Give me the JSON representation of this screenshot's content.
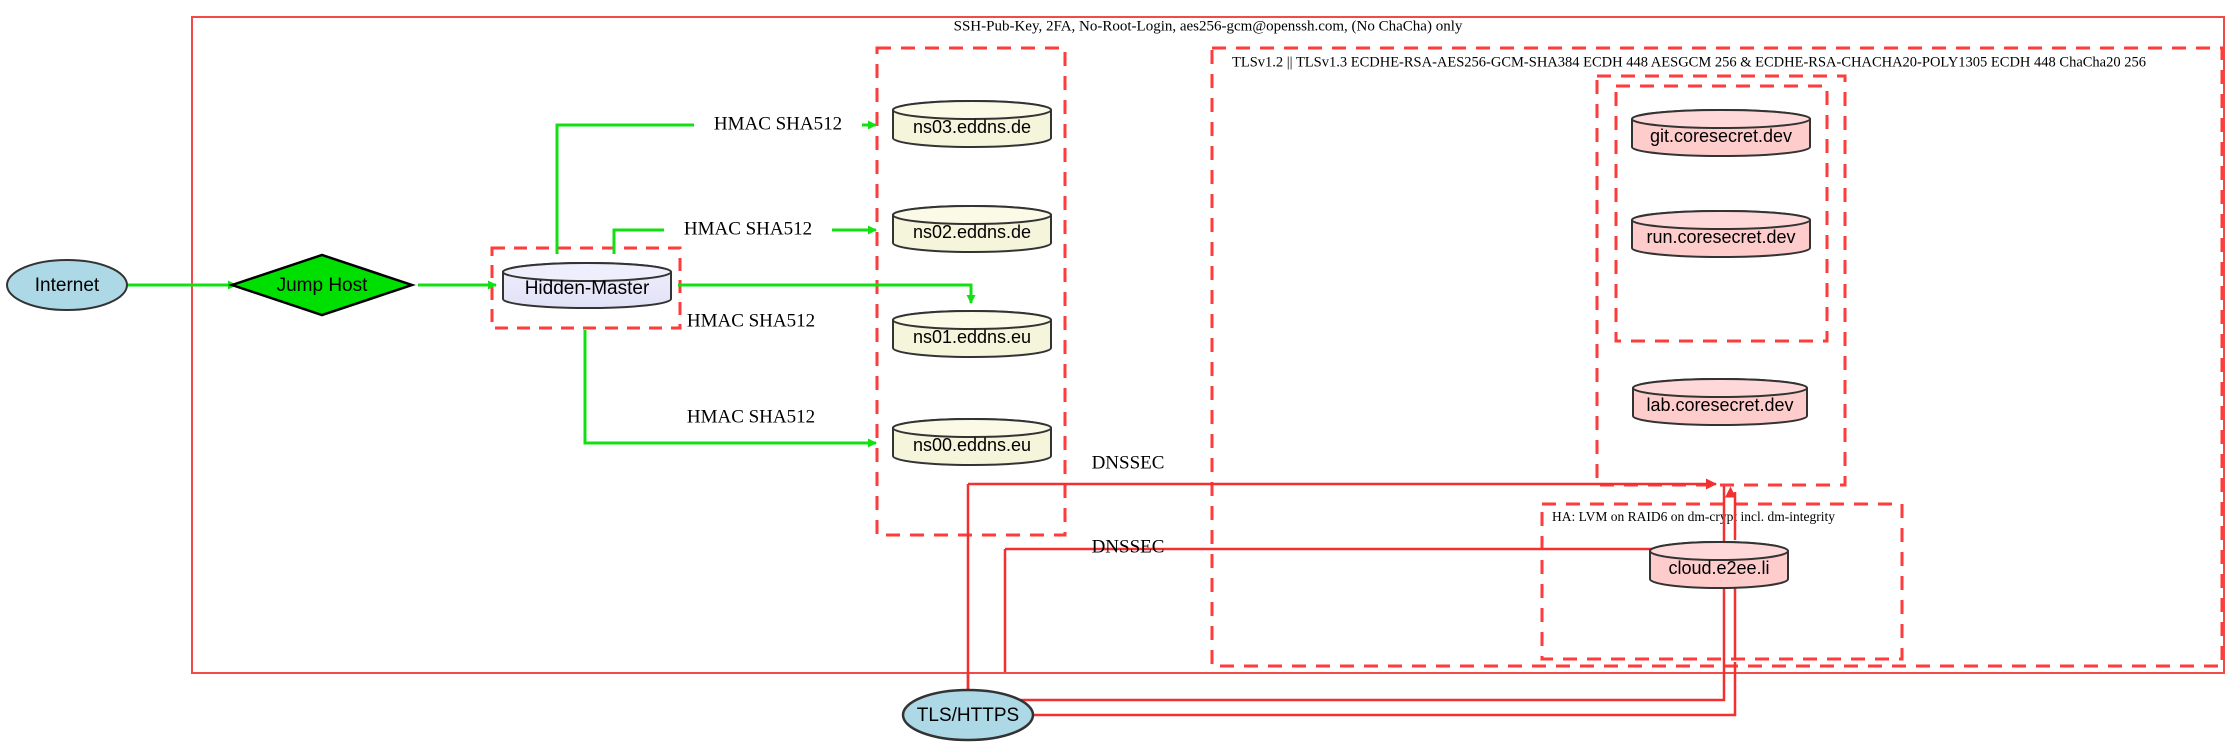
{
  "diagram": {
    "title_top": "SSH-Pub-Key, 2FA, No-Root-Login, aes256-gcm@openssh.com, (No ChaCha) only",
    "tls_policy": "TLSv1.2 || TLSv1.3 ECDHE-RSA-AES256-GCM-SHA384 ECDH 448 AESGCM 256 & ECDHE-RSA-CHACHA20-POLY1305 ECDH 448 ChaCha20 256",
    "ha_policy": "HA: LVM on RAID6 on dm-crypt incl. dm-integrity"
  },
  "nodes": {
    "internet": "Internet",
    "jump_host": "Jump Host",
    "hidden_master": "Hidden-Master",
    "tls_https": "TLS/HTTPS",
    "nameservers": [
      "ns03.eddns.de",
      "ns02.eddns.de",
      "ns01.eddns.eu",
      "ns00.eddns.eu"
    ],
    "services": [
      "git.coresecret.dev",
      "run.coresecret.dev",
      "lab.coresecret.dev",
      "cloud.e2ee.li"
    ]
  },
  "edges": {
    "hmac_labels": [
      "HMAC SHA512",
      "HMAC SHA512",
      "HMAC SHA512",
      "HMAC SHA512"
    ],
    "dnssec_labels": [
      "DNSSEC",
      "DNSSEC"
    ]
  },
  "colors": {
    "boundary": "#f24a4a",
    "dashed": "#ff3b3b",
    "green_edge": "#12e012",
    "red_edge": "#f23030",
    "ellipse_fill": "#add8e6",
    "diamond_fill": "#00e000",
    "cylinder_master": "#e6e6fa",
    "cylinder_ns": "#f5f5dc",
    "cylinder_service": "#ffcccc",
    "stroke_dark": "#333333"
  }
}
